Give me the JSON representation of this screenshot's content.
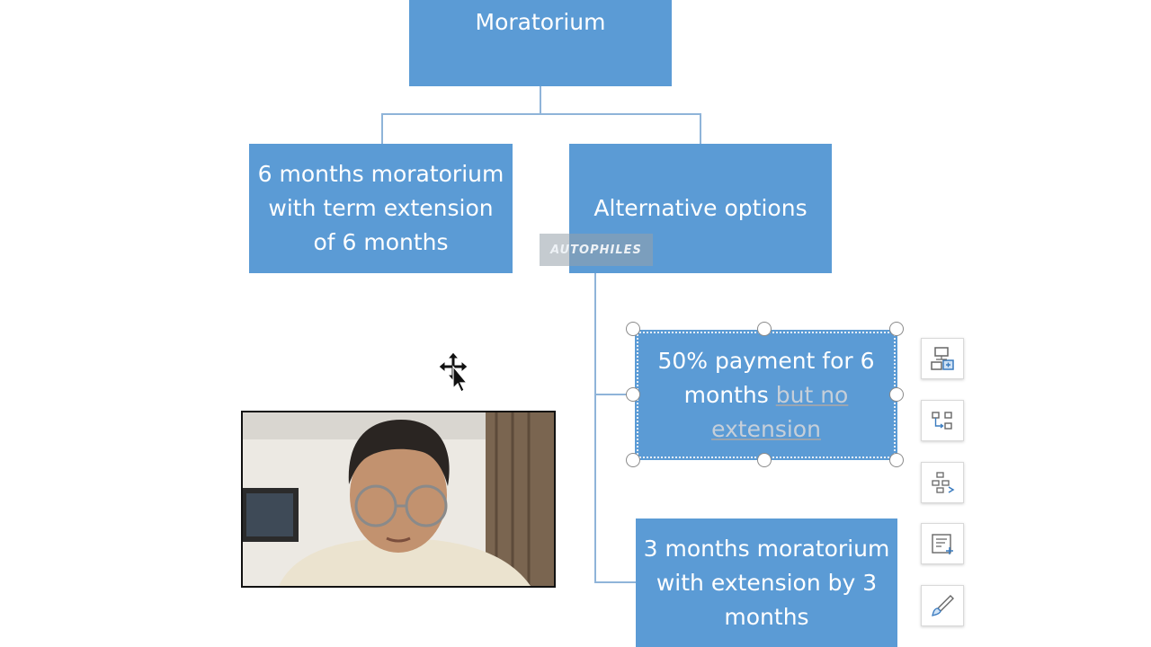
{
  "diagram": {
    "root": {
      "label": "Moratorium"
    },
    "level1": [
      {
        "label": "6 months moratorium with term extension of 6 months"
      },
      {
        "label": "Alternative options"
      }
    ],
    "options": {
      "option1": {
        "label_plain": "50% payment for 6 months ",
        "label_underlined": "but no extension"
      },
      "option2": {
        "label": "3 months moratorium with extension by 3 months"
      }
    }
  },
  "watermark": {
    "text": "AUTOPHILES"
  },
  "side_tools": [
    {
      "icon": "add-shape-icon"
    },
    {
      "icon": "layout-options-icon"
    },
    {
      "icon": "promote-demote-icon"
    },
    {
      "icon": "text-pane-icon"
    },
    {
      "icon": "format-brush-icon"
    }
  ],
  "colors": {
    "box_fill": "#5b9bd5",
    "box_text": "#ffffff",
    "connector": "#8fb4d9"
  }
}
